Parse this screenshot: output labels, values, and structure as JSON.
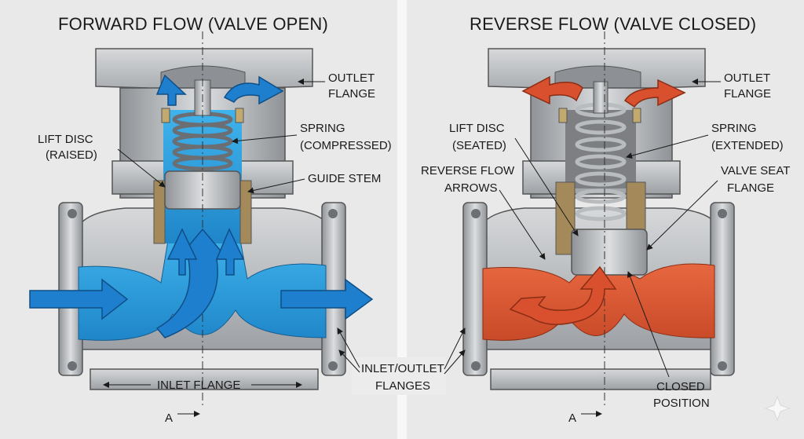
{
  "left_panel": {
    "title": "FORWARD FLOW (VALVE OPEN)",
    "labels": {
      "outlet_flange_1": "OUTLET",
      "outlet_flange_2": "FLANGE",
      "lift_disc_1": "LIFT DISC",
      "lift_disc_2": "(RAISED)",
      "spring_1": "SPRING",
      "spring_2": "(COMPRESSED)",
      "guide_stem": "GUIDE STEM",
      "inlet_flange": "INLET FLANGE",
      "section_marker": "A"
    },
    "flow_color": "#1e8fd6"
  },
  "right_panel": {
    "title": "REVERSE FLOW (VALVE CLOSED)",
    "labels": {
      "outlet_flange_1": "OUTLET",
      "outlet_flange_2": "FLANGE",
      "lift_disc_1": "LIFT DISC",
      "lift_disc_2": "(SEATED)",
      "spring_1": "SPRING",
      "spring_2": "(EXTENDED)",
      "reverse_flow_1": "REVERSE FLOW",
      "reverse_flow_2": "ARROWS",
      "valve_seat_1": "VALVE SEAT",
      "valve_seat_2": "FLANGE",
      "closed_1": "CLOSED",
      "closed_2": "POSITION",
      "section_marker": "A"
    },
    "flow_color": "#d9502f"
  },
  "shared_labels": {
    "inlet_outlet_1": "INLET/OUTLET",
    "inlet_outlet_2": "FLANGES"
  },
  "colors": {
    "metal": "#b9bcbf",
    "metal_dark": "#8e9296",
    "forward_flow": "#1e8fd6",
    "reverse_flow": "#d9502f",
    "seat_brass": "#a48a5a"
  }
}
